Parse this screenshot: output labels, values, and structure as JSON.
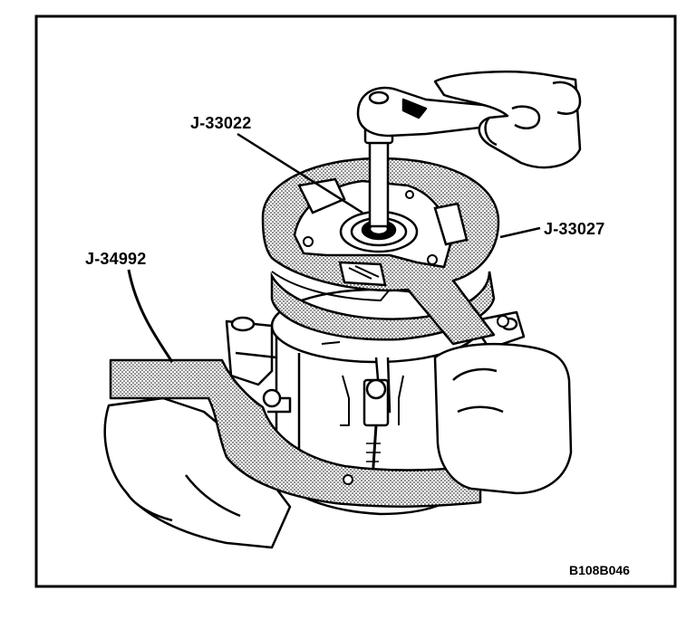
{
  "labels": {
    "tool_left": "J-34992",
    "tool_top": "J-33022",
    "tool_right": "J-33027"
  },
  "figure_id": "B108B046",
  "colors": {
    "line": "#000000",
    "background": "#ffffff",
    "stipple": "#000000"
  }
}
